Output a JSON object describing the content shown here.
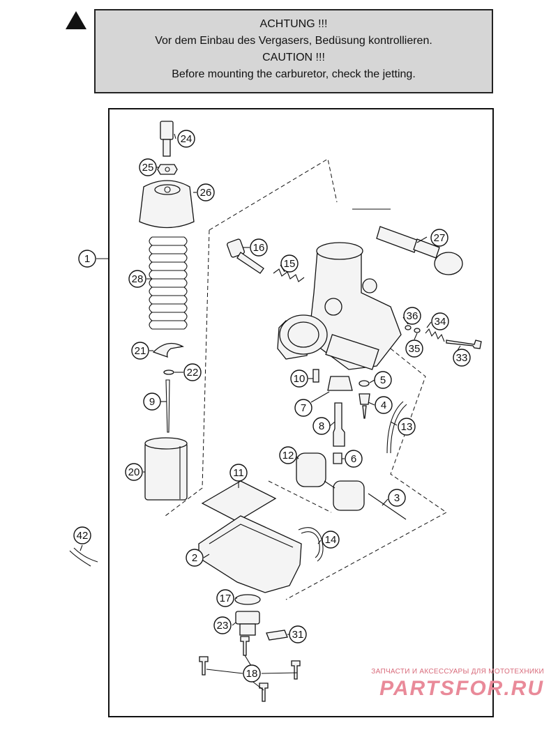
{
  "caution": {
    "line1": "ACHTUNG !!!",
    "line2": "Vor dem Einbau des Vergasers, Bedüsung kontrollieren.",
    "line3": "CAUTION !!!",
    "line4": "Before mounting the carburetor, check the jetting."
  },
  "callouts": {
    "c1": "1",
    "c2": "2",
    "c3": "3",
    "c4": "4",
    "c5": "5",
    "c6": "6",
    "c7": "7",
    "c8": "8",
    "c9": "9",
    "c10": "10",
    "c11": "11",
    "c12": "12",
    "c13": "13",
    "c14": "14",
    "c15": "15",
    "c16": "16",
    "c17": "17",
    "c18": "18",
    "c20": "20",
    "c21": "21",
    "c22": "22",
    "c23": "23",
    "c24": "24",
    "c25": "25",
    "c26": "26",
    "c27": "27",
    "c28": "28",
    "c31": "31",
    "c33": "33",
    "c34": "34",
    "c35": "35",
    "c36": "36",
    "c42": "42"
  },
  "watermark": {
    "tagline": "ЗАПЧАСТИ И АКСЕССУАРЫ ДЛЯ МОТОТЕХНИКИ",
    "brand": "PARTSFOR.RU"
  },
  "colors": {
    "caution_bg": "#d6d6d6",
    "watermark": "#e98a99"
  }
}
